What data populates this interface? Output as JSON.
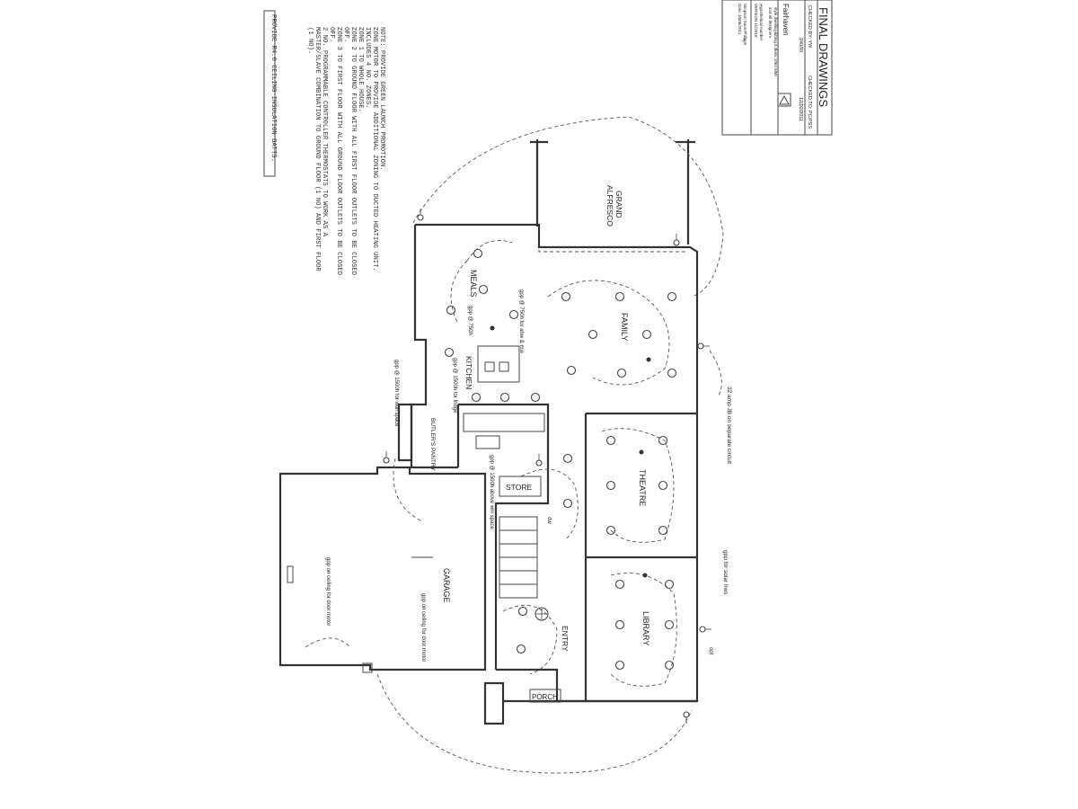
{
  "title_block": {
    "heading": "FINAL DRAWINGS",
    "checked_by": "CHECKED BY: YW",
    "checked_to": "CHECKED TO: PC/PSS",
    "date_code": "240/RI",
    "ref_code": "12/02/2011",
    "company": "Fairhaven",
    "lines": [
      "style dwelling kitting  0.3kets  1064 MMI",
      "and all designers",
      "Hypothetical number",
      "VERSION 11/2010",
      "Simpson Sans Philippe",
      "Date: 10/05/2011"
    ]
  },
  "notes": {
    "lines": [
      "NOTE: PROVIDE GREEN LAUNCH PROMOTION.",
      "ZONE MOTOR TO PROVIDE ADDITIONAL ZONING TO DUCTED HEATING UNIT.",
      "INCLUDES 4 NO. ZONES.",
      "ZONE 1 TO WHOLE HOUSE.",
      "ZONE 2 TO GROUND FLOOR WITH ALL FIRST FLOOR OUTLETS TO BE CLOSED",
      "OFF.",
      "ZONE 3 TO FIRST FLOOR WITH ALL GROUND FLOOR OUTLETS TO BE CLOSED",
      "OFF.",
      "2 NO. PROGRAMMABLE CONTROLLER THERMOSTATS TO WORK AS A",
      "MASTER/SLAVE COMBINATION TO GROUND FLOOR (1 NO) AND FIRST FLOOR",
      "(1 NO)."
    ],
    "boxed": "PROVIDE R4.0 CEILING INSULATION BATTS."
  },
  "rooms": {
    "alfresco": [
      "GRAND",
      "ALFRESCO"
    ],
    "meals": "MEALS",
    "family": "FAMILY",
    "kitchen": "KITCHEN",
    "butlers": "BUTLER'S PANTRY",
    "store": "STORE",
    "theatre": "THEATRE",
    "library": "LIBRARY",
    "garage": "GARAGE",
    "entry": "ENTRY",
    "porch": "PORCH"
  },
  "annotations": {
    "gpo_meals": "gpp @ 750h for ahw & mw",
    "gpo_kitchen": "gpp @ 750h",
    "gpo_1500_fridge": "gpp @ 1500h for fridge",
    "gpo_1500_wall": "gpp @ 1500h for wall space",
    "gpo_1500_above": "gpp @ 1500h above wm space",
    "separate_circuit": "32 amp JB on separate circuit",
    "solar": "gpp for solar hws",
    "garage_door_1": "gpp on ceiling for door motor",
    "garage_door_2": "gpp on ceiling for door motor",
    "gpo_dw": "dw",
    "gpo_opt": "opt"
  },
  "colors": {
    "ink": "#333333",
    "paper": "#ffffff"
  }
}
